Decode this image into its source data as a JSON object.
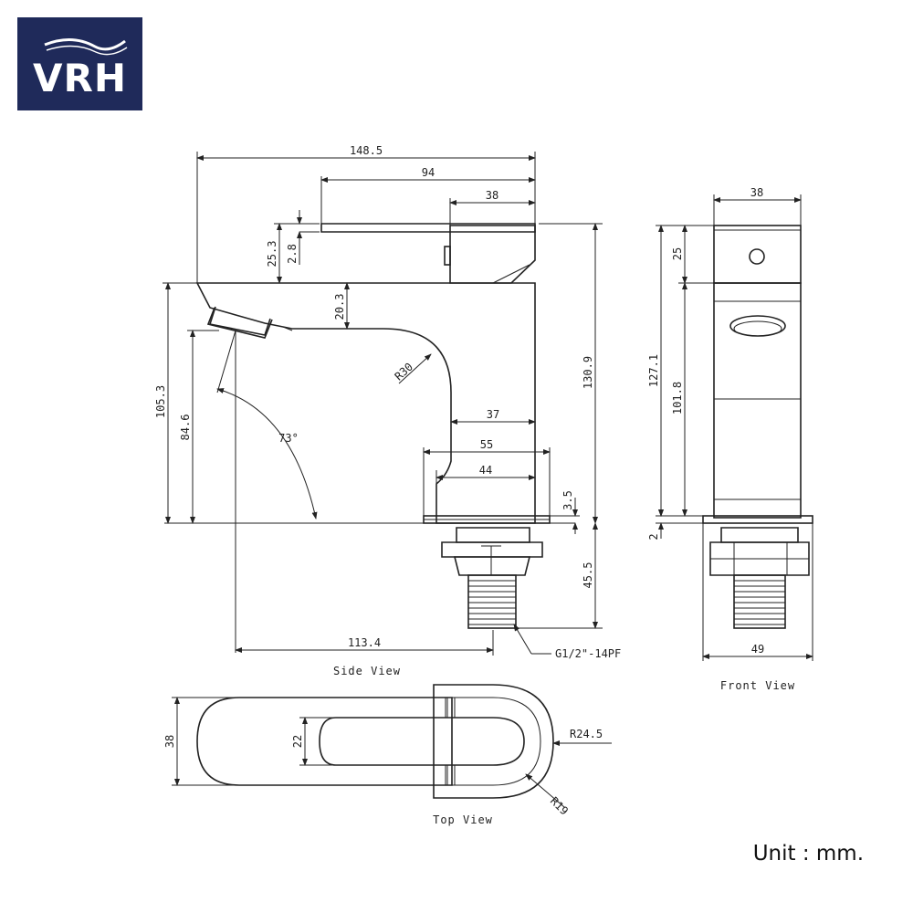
{
  "brand": {
    "logo_text": "VRH",
    "bg_color": "#1f2a5a",
    "fg_color": "#ffffff"
  },
  "side_view": {
    "caption": "Side View",
    "dims": {
      "overall_length": "148.5",
      "lever_length": "94",
      "lever_block": "38",
      "handle_height": "25.3",
      "lever_thickness": "2.8",
      "spout_gap": "20.3",
      "body_height": "130.9",
      "spout_height": "105.3",
      "outlet_height": "84.6",
      "radius": "R30",
      "angle": "73°",
      "body_depth_37": "37",
      "base_55": "55",
      "base_44": "44",
      "plate": "3.5",
      "shank_length": "45.5",
      "reach": "113.4",
      "thread": "G1/2\"-14PF"
    }
  },
  "front_view": {
    "caption": "Front View",
    "dims": {
      "width_top": "38",
      "head": "25",
      "total_height": "127.1",
      "body": "101.8",
      "plate": "2",
      "base_width": "49"
    }
  },
  "top_view": {
    "caption": "Top View",
    "dims": {
      "width": "38",
      "lever_width": "22",
      "outer_radius": "R24.5",
      "inner_radius": "R19"
    }
  },
  "unit_label": "Unit : mm."
}
